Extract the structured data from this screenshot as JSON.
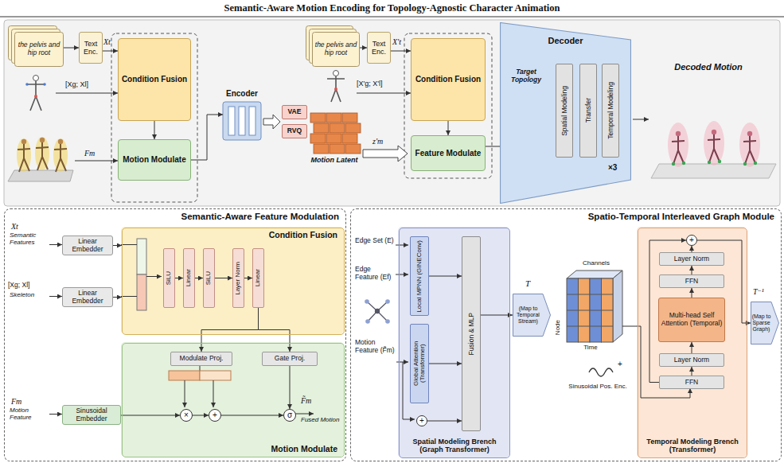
{
  "diagram": {
    "title": "Semantic-Aware Motion Encoding for Topology-Agnostic Character Animation",
    "nodes": [
      {
        "text": [
          "the pelvis and hip root"
        ]
      },
      {
        "text": [
          "Text Enc."
        ]
      },
      {
        "text": [
          "Condition Fusion"
        ]
      },
      {
        "text": [
          "Motion Modulate"
        ]
      },
      {
        "text": [
          "Encoder"
        ]
      },
      {
        "text": [
          "VAE"
        ]
      },
      {
        "text": [
          "RVQ"
        ]
      },
      {
        "text": [
          "the pelvis and hip root"
        ]
      },
      {
        "text": [
          "Text Enc."
        ]
      },
      {
        "text": [
          "Condition Fusion"
        ]
      },
      {
        "text": [
          "Feature Modulate"
        ]
      },
      {
        "text": [
          "Decoder"
        ]
      },
      {
        "text": [
          "Spatial Modeling"
        ],
        "in": 11
      },
      {
        "text": [
          "Transfer"
        ],
        "in": 11
      },
      {
        "text": [
          "Temporal Modeling"
        ],
        "in": 11
      },
      {
        "text": [
          "Semantic-Aware Feature Modulation"
        ]
      },
      {
        "text": [
          "Linear Embedder"
        ],
        "in": 15
      },
      {
        "text": [
          "Linear Embedder"
        ],
        "in": 15
      },
      {
        "text": [
          "Sinusoidal Embedder"
        ],
        "in": 15
      },
      {
        "text": [
          "Condition Fusion"
        ],
        "in": 15
      },
      {
        "text": [
          "SiLU"
        ],
        "in": 19
      },
      {
        "text": [
          "Linear"
        ],
        "in": 19
      },
      {
        "text": [
          "SiLU"
        ],
        "in": 19
      },
      {
        "text": [
          "Layer Norm"
        ],
        "in": 19
      },
      {
        "text": [
          "Linear"
        ],
        "in": 19
      },
      {
        "text": [
          "Motion Modulate"
        ],
        "in": 15
      },
      {
        "text": [
          "Modulate Proj."
        ],
        "in": 25
      },
      {
        "text": [
          "Gate Proj."
        ],
        "in": 25
      },
      {
        "text": [
          "×"
        ],
        "in": 25
      },
      {
        "text": [
          "+"
        ],
        "in": 25
      },
      {
        "text": [
          "σ"
        ],
        "in": 25
      },
      {
        "text": [
          "Spatio-Temporal Interleaved Graph Module"
        ]
      },
      {
        "text": [
          "Spatial Modeling Brench (Graph Transformer)"
        ],
        "in": 31
      },
      {
        "text": [
          "Local MPNN (GINEConv)"
        ],
        "in": 32
      },
      {
        "text": [
          "Global Attention (Transformer)"
        ],
        "in": 32
      },
      {
        "text": [
          "Fusion & MLP"
        ],
        "in": 32
      },
      {
        "text": [
          "+"
        ],
        "in": 32
      },
      {
        "text": [
          "(Map to Temporal Stream)"
        ],
        "in": 31
      },
      {
        "text": [
          "Temporal Modeling Brench (Transformer)"
        ],
        "in": 31
      },
      {
        "text": [
          "+"
        ],
        "in": 38
      },
      {
        "text": [
          "Layer Norm"
        ],
        "in": 38
      },
      {
        "text": [
          "FFN"
        ],
        "in": 38
      },
      {
        "text": [
          "Multi-head Self Attention (Temporal)"
        ],
        "in": 38
      },
      {
        "text": [
          "Layer Norm"
        ],
        "in": 38
      },
      {
        "text": [
          "FFN"
        ],
        "in": 38
      },
      {
        "text": [
          "(Map to Sparse Graph)"
        ],
        "in": 31
      }
    ],
    "edges": [
      {
        "from": 0,
        "to": 1,
        "arrow": "to"
      },
      {
        "from": 1,
        "to": 2,
        "arrow": "to"
      },
      {
        "from": 2,
        "to": 3,
        "arrow": "to"
      },
      {
        "from": 3,
        "to": 4,
        "arrow": "to"
      },
      {
        "from": 7,
        "to": 8,
        "arrow": "to"
      },
      {
        "from": 8,
        "to": 9,
        "arrow": "to"
      },
      {
        "from": 9,
        "to": 10,
        "arrow": "to"
      },
      {
        "from": 10,
        "to": 12,
        "arrow": "to"
      },
      {
        "from": 16,
        "to": 19,
        "arrow": "to"
      },
      {
        "from": 17,
        "to": 19,
        "arrow": "to"
      },
      {
        "from": 20,
        "to": 21,
        "arrow": "to"
      },
      {
        "from": 21,
        "to": 22,
        "arrow": "to"
      },
      {
        "from": 22,
        "to": 23,
        "arrow": "to"
      },
      {
        "from": 23,
        "to": 24,
        "arrow": "to"
      },
      {
        "from": 24,
        "to": 26,
        "arrow": "to"
      },
      {
        "from": 24,
        "to": 27,
        "arrow": "to"
      },
      {
        "from": 18,
        "to": 28,
        "arrow": "to"
      },
      {
        "from": 28,
        "to": 29,
        "arrow": "to"
      },
      {
        "from": 29,
        "to": 30,
        "arrow": "to"
      },
      {
        "from": 27,
        "to": 30,
        "arrow": "to"
      },
      {
        "from": 33,
        "to": 35,
        "arrow": "to"
      },
      {
        "from": 34,
        "to": 35,
        "arrow": "to"
      },
      {
        "from": 36,
        "to": 35,
        "arrow": "to"
      },
      {
        "from": 35,
        "to": 37,
        "arrow": "to"
      },
      {
        "from": 44,
        "to": 43,
        "arrow": "to"
      },
      {
        "from": 43,
        "to": 42,
        "arrow": "to"
      },
      {
        "from": 42,
        "to": 41,
        "arrow": "to"
      },
      {
        "from": 41,
        "to": 40,
        "arrow": "to"
      },
      {
        "from": 40,
        "to": 39,
        "arrow": "to"
      },
      {
        "from": 44,
        "to": 39,
        "arrow": "to"
      },
      {
        "from": 39,
        "to": 45,
        "arrow": "to"
      }
    ],
    "labels": [
      "Xt",
      "[Xg; Xl]",
      "Fm",
      "Motion Latent",
      "X't",
      "[X'g; X'l]",
      "z'm",
      "Target Topology",
      "×3",
      "Decoded Motion",
      "Xt",
      "Semantic Features",
      "[Xg; Xl]",
      "Skeleton",
      "Fm",
      "Motion Feature",
      "F̃m",
      "Fused Motion",
      "Edge Set (E)",
      "Edge Feature (Ef)",
      "Motion Feature (F̃m)",
      "T",
      "Channels",
      "Node",
      "Time",
      "+",
      "Sinusoidal Pos. Enc.",
      "T⁻¹"
    ]
  }
}
